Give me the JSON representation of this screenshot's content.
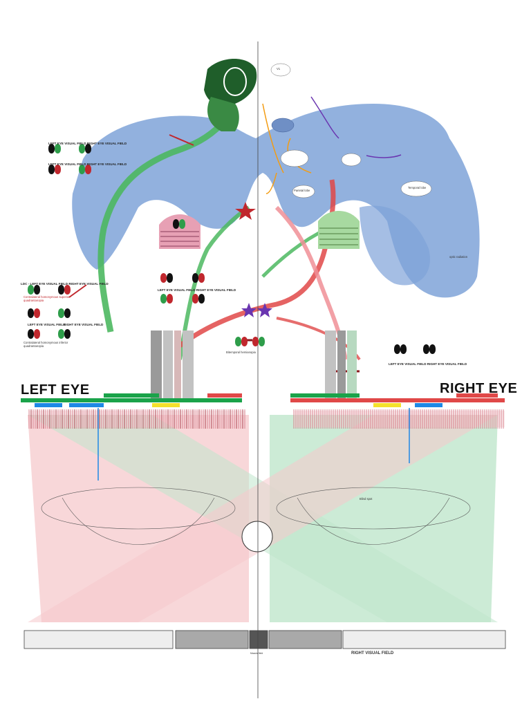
{
  "titles": {
    "left_eye": "LEFT EYE",
    "right_eye": "RIGHT EYE",
    "right_visual_field": "RIGHT VISUAL FIELD",
    "macula_field": "Macula field"
  },
  "field_labels": {
    "left_visual_field_right_eye": "LEFT EYE VISUAL FIELD  RIGHT EYE VISUAL FIELD",
    "left_vf_right_vf": "LEFT EYE VISUAL FIELD  RIGHT EYE VISUAL FIELD",
    "left_vf_right_vf_2": "LEFT EYE VISUAL FIELD  RIGHT EYE VISUAL FIELD",
    "left_vf_short": "LEFT EYE VISUAL FIELD",
    "right_vf_short": "RIGHT EYE VISUAL FIELD",
    "ldc": "LDC - LEFT EYE VISUAL FIELD  RIGHT EYE VISUAL FIELD",
    "right_vf_right": "LEFT EYE VISUAL FIELD  RIGHT EYE VISUAL FIELD"
  },
  "notes": {
    "contralateral_homonymous": "Contralateral homonymous superior quadrantanopia",
    "contralateral_homonymous_2": "Contralateral homonymous inferior quadrantanopia",
    "bitemporal": "Bitemporal hemianopia",
    "temporal_lobe": "Temporal lobe",
    "parietal_lobe": "Parietal lobe",
    "v1": "V1",
    "optic_radiation": "optic radiation",
    "blind_spot": "Blind spot"
  },
  "colors": {
    "blue_region": "#7fa3d8",
    "green_path": "#4cb860",
    "red_path": "#e04848",
    "pink_field": "#f3bcc0",
    "green_field": "#b6e0c4",
    "dark_green": "#2e7d32"
  }
}
